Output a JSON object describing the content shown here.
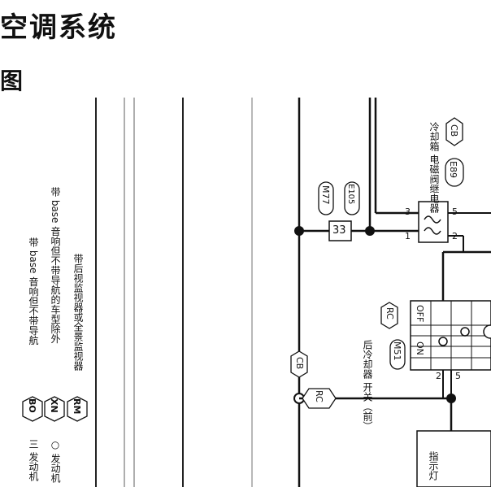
{
  "header": {
    "title": "空调系统",
    "subtitle": "图"
  },
  "legend": [
    {
      "code": "BO",
      "text": "带 base 音响但不带导航"
    },
    {
      "code": "XN",
      "text": "带 base 音响但不带导航的车型除外"
    },
    {
      "code": "RM",
      "text": "带后视监视器或全景监视器"
    }
  ],
  "left_labels": {
    "engine_a": "三 发动机",
    "engine_b": "○ 发动机"
  },
  "components": {
    "relay_name": "冷却箱 电磁阀继电器",
    "relay_conn_hex": "CB",
    "relay_conn_oval": "E89",
    "switch_name": "后冷却器 开关（前）",
    "switch_conn_oval": "M51",
    "switch_conn_hex": "RC",
    "switch_on": "ON",
    "switch_off": "OFF",
    "indicator": "指示灯",
    "cb_tag": "CB",
    "rc_tag": "RC",
    "m77": "M77",
    "e105": "E105",
    "box_33": "33"
  },
  "pins": {
    "p3": "3",
    "p5": "5",
    "p1": "1",
    "p2": "2",
    "p2b": "2",
    "p5b": "5"
  }
}
